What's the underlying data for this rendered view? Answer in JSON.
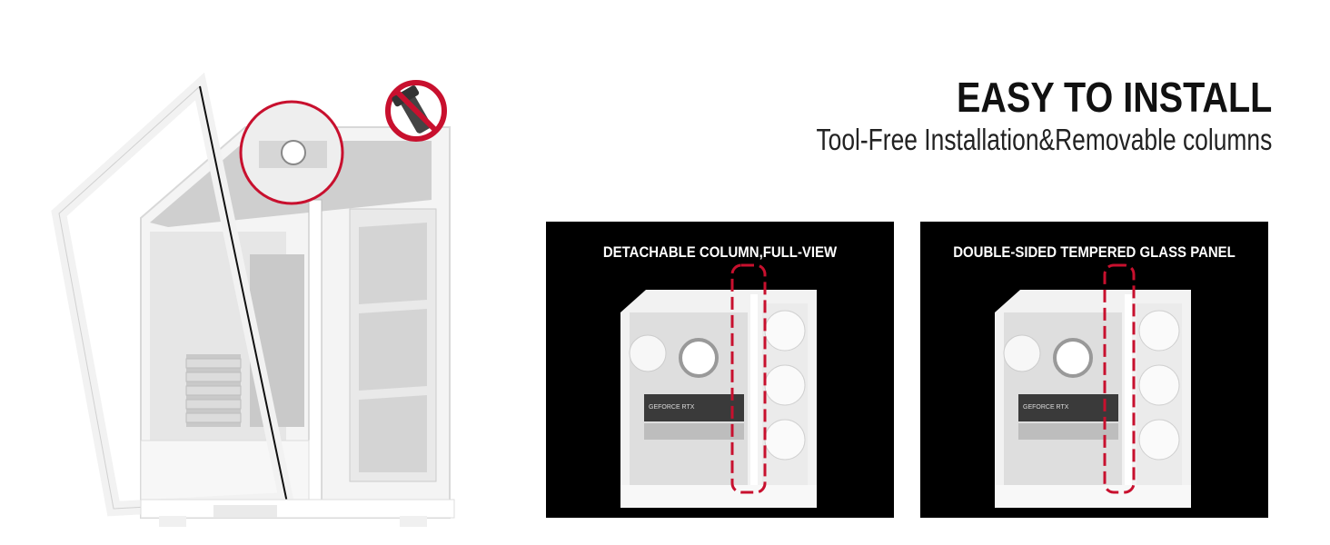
{
  "headline": {
    "title": "EASY TO INSTALL",
    "subtitle": "Tool-Free Installation&Removable columns"
  },
  "panels": [
    {
      "caption": "DETACHABLE COLUMN,FULL-VIEW",
      "brand": "GEFORCE RTX"
    },
    {
      "caption": "DOUBLE-SIDED TEMPERED GLASS PANEL",
      "brand": "GEFORCE RTX"
    }
  ],
  "icons": {
    "no_tools": "no-screwdriver-icon"
  },
  "colors": {
    "accent_red": "#c8102e",
    "panel_bg": "#000000",
    "case_white": "#f2f2f2"
  }
}
